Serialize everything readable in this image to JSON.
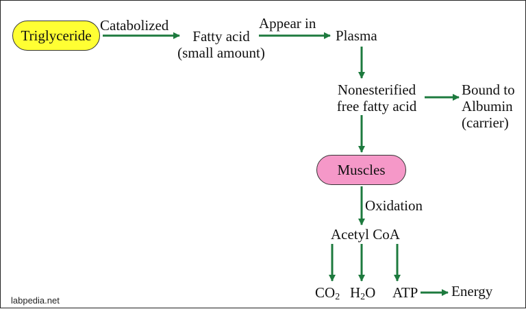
{
  "colors": {
    "arrow": "#1d7a3e",
    "triglyceride_fill": "#ffff33",
    "muscles_fill": "#f598c8",
    "border": "#222222",
    "text": "#111111"
  },
  "nodes": {
    "triglyceride": "Triglyceride",
    "fatty_acid_line1": "Fatty acid",
    "fatty_acid_line2": "(small amount)",
    "plasma": "Plasma",
    "nefa_line1": "Nonesterified",
    "nefa_line2": "free fatty acid",
    "bound_line1": "Bound to",
    "bound_line2": "Albumin",
    "bound_line3": "(carrier)",
    "muscles": "Muscles",
    "acetyl_coa": "Acetyl CoA",
    "co2_main": "CO",
    "co2_sub": "2",
    "h2o_h": "H",
    "h2o_sub": "2",
    "h2o_o": "O",
    "atp": "ATP",
    "energy": "Energy"
  },
  "edge_labels": {
    "catabolized": "Catabolized",
    "appear_in": "Appear in",
    "oxidation": "Oxidation"
  },
  "footer": {
    "source": "labpedia.net"
  }
}
